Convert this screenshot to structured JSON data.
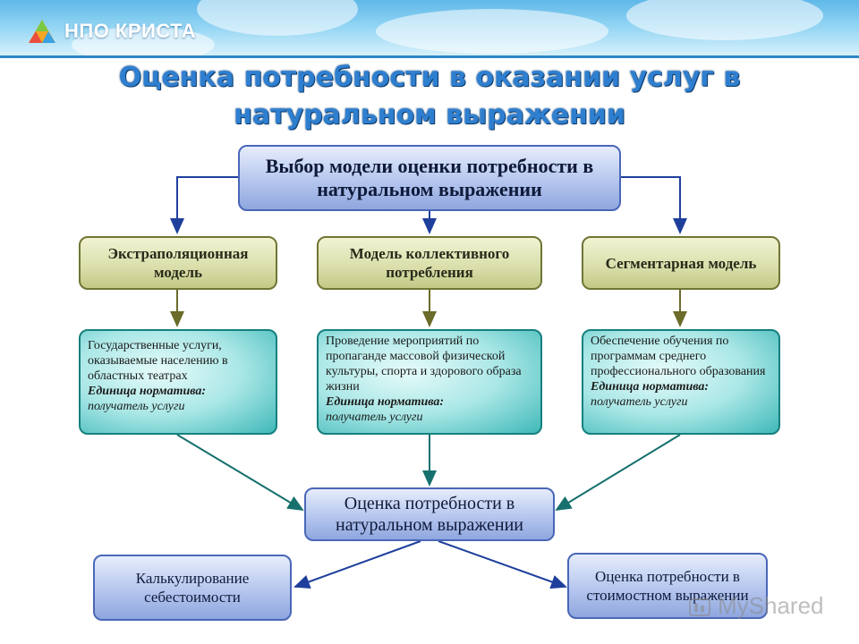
{
  "header": {
    "logo_text": "НПО КРИСТА",
    "title": "Оценка потребности в оказании услуг в натуральном выражении"
  },
  "diagram": {
    "root": "Выбор модели оценки потребности в натуральном выражении",
    "models": [
      "Экстраполяционная модель",
      "Модель коллективного потребления",
      "Сегментарная модель"
    ],
    "details": [
      {
        "text": "Государственные услуги, оказываемые населению в областных театрах",
        "unit_label": "Единица норматива:",
        "unit_value": "получатель услуги"
      },
      {
        "text": "Проведение мероприятий по пропаганде массовой физической культуры, спорта и здорового образа жизни",
        "unit_label": "Единица норматива:",
        "unit_value": "получатель услуги"
      },
      {
        "text": "Обеспечение обучения по программам среднего профессионального образования",
        "unit_label": "Единица норматива:",
        "unit_value": "получатель услуги"
      }
    ],
    "result": "Оценка потребности в натуральном выражении",
    "outputs": [
      "Калькулирование себестоимости",
      "Оценка потребности в стоимостном выражении"
    ]
  },
  "watermark": "MyShared",
  "colors": {
    "title": "#2f7fd0",
    "blue_arrow": "#1f3f9c",
    "olive_arrow": "#6b6b2a",
    "teal_arrow": "#15706e"
  }
}
